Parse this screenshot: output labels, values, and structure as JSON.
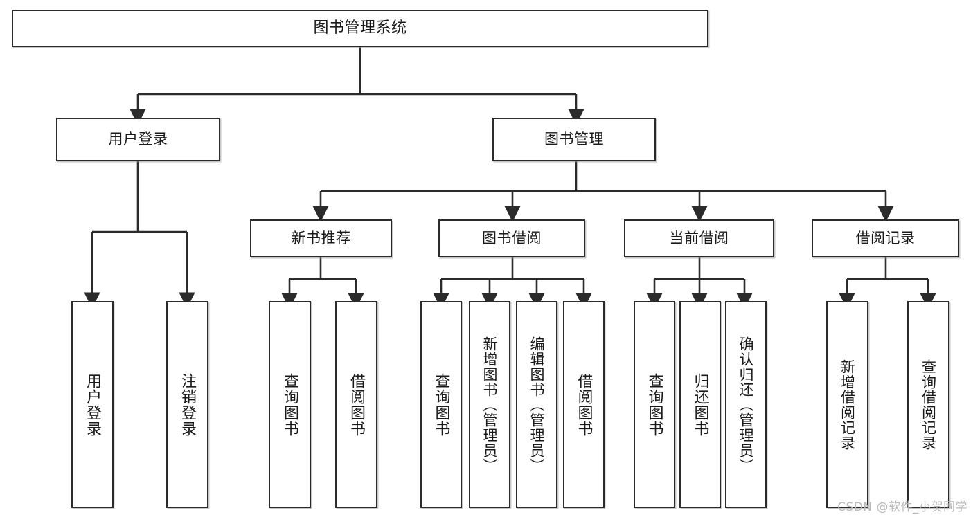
{
  "diagram": {
    "title": "图书管理系统",
    "type": "tree",
    "watermark": "CSDN @软件_小贺同学",
    "colors": {
      "stroke": "#2b2b2b",
      "fill": "#ffffff",
      "text": "#1a1a1a",
      "watermark": "#b9b9b9"
    },
    "levels": {
      "root": {
        "label": "图书管理系统"
      },
      "level2": [
        {
          "label": "用户登录"
        },
        {
          "label": "图书管理"
        }
      ],
      "level3": [
        {
          "label": "新书推荐"
        },
        {
          "label": "图书借阅"
        },
        {
          "label": "当前借阅"
        },
        {
          "label": "借阅记录"
        }
      ],
      "leaves": [
        {
          "label": "用户登录"
        },
        {
          "label": "注销登录"
        },
        {
          "label": "查询图书"
        },
        {
          "label": "借阅图书"
        },
        {
          "label": "查询图书"
        },
        {
          "label": "新增图书（管理员）"
        },
        {
          "label": "编辑图书（管理员）"
        },
        {
          "label": "借阅图书"
        },
        {
          "label": "查询图书"
        },
        {
          "label": "归还图书"
        },
        {
          "label": "确认归还（管理员）"
        },
        {
          "label": "新增借阅记录"
        },
        {
          "label": "查询借阅记录"
        }
      ]
    },
    "groups": [
      {
        "parent": "用户登录",
        "children": [
          "用户登录",
          "注销登录"
        ]
      },
      {
        "parent": "新书推荐",
        "children": [
          "查询图书",
          "借阅图书"
        ]
      },
      {
        "parent": "图书借阅",
        "children": [
          "查询图书",
          "新增图书（管理员）",
          "编辑图书（管理员）",
          "借阅图书"
        ]
      },
      {
        "parent": "当前借阅",
        "children": [
          "查询图书",
          "归还图书",
          "确认归还（管理员）"
        ]
      },
      {
        "parent": "借阅记录",
        "children": [
          "新增借阅记录",
          "查询借阅记录"
        ]
      }
    ]
  }
}
